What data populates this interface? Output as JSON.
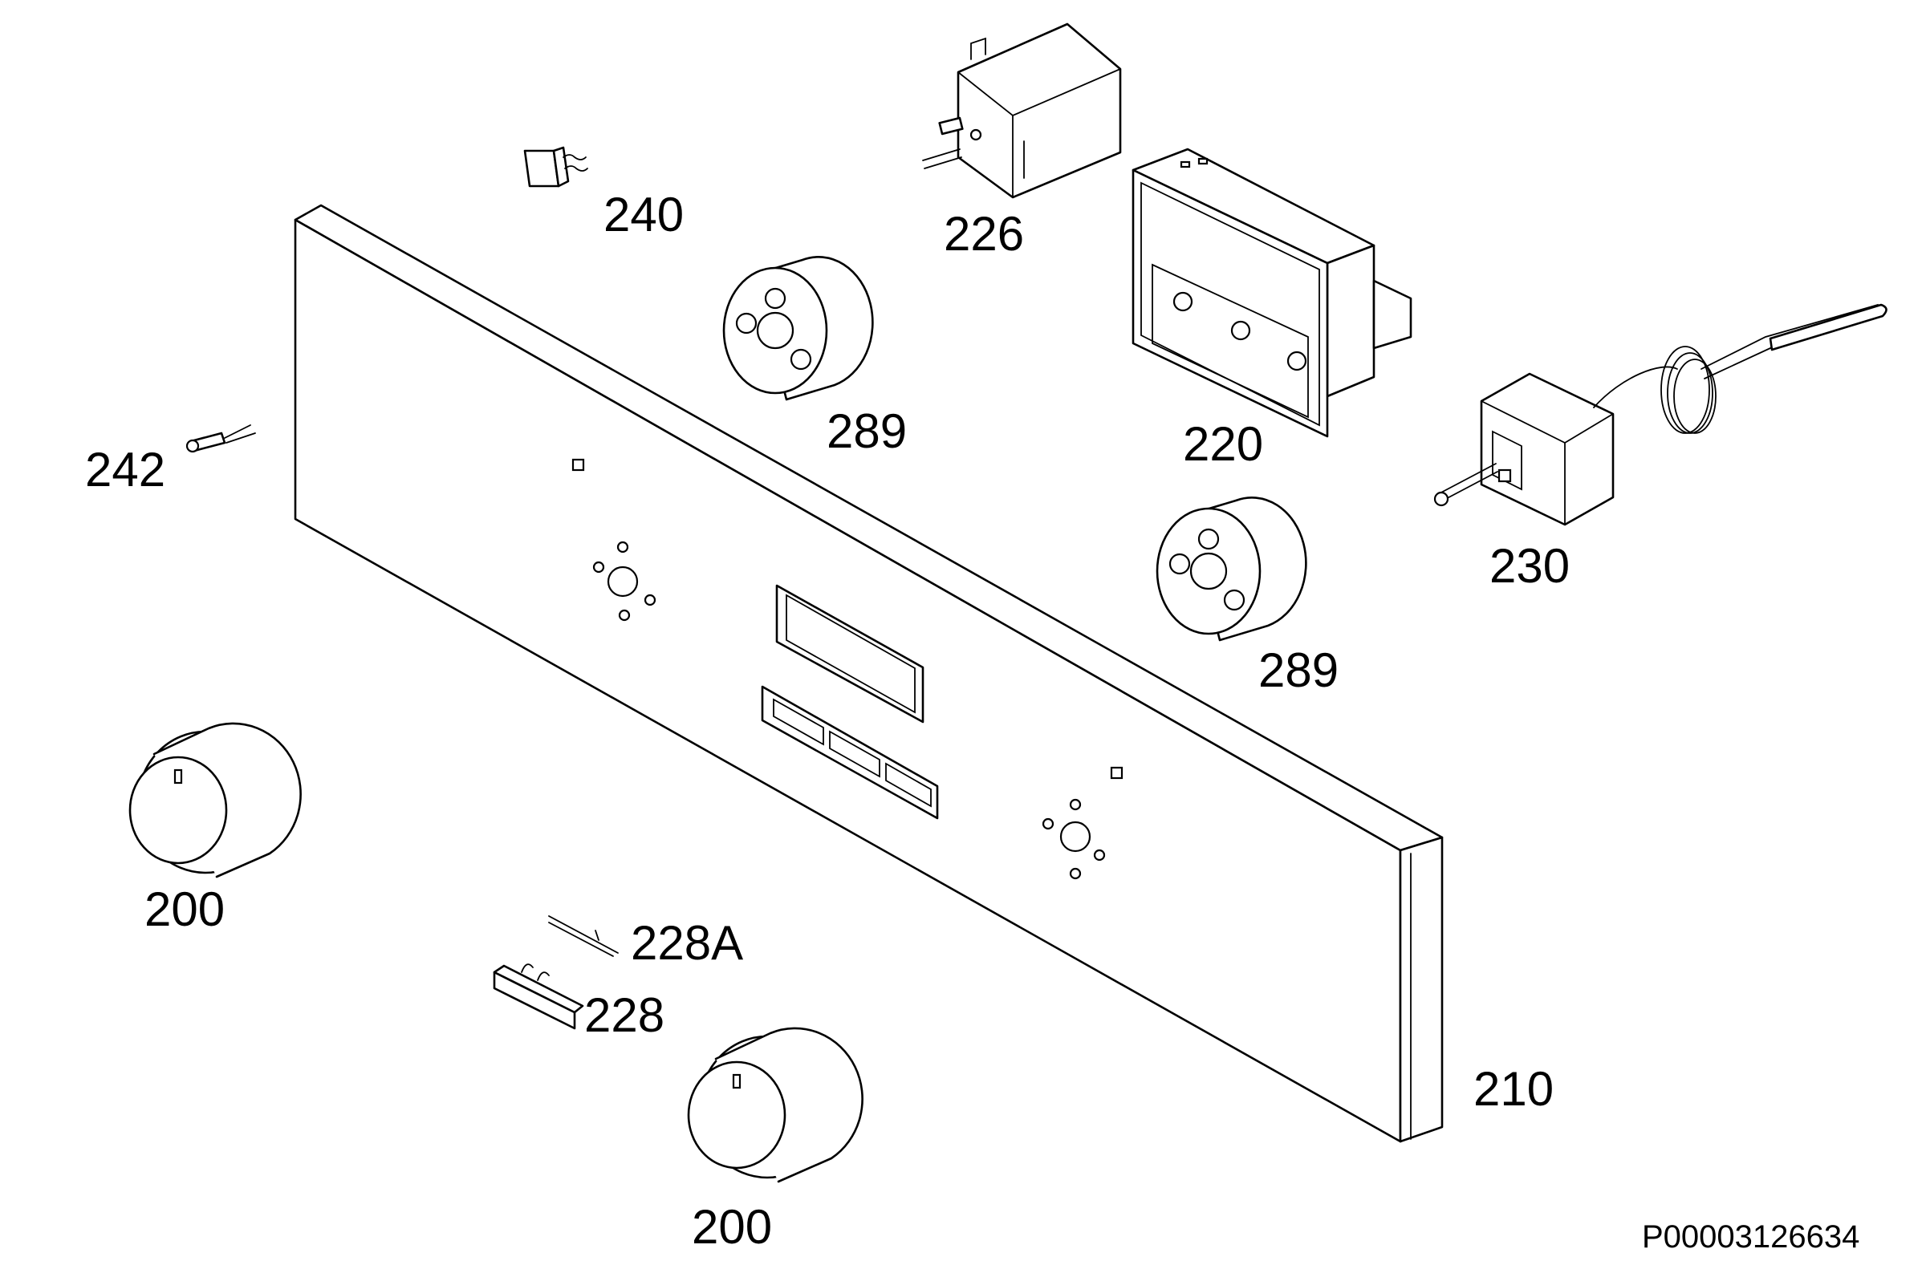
{
  "diagram": {
    "parts": [
      {
        "id": "p200a",
        "label": "200"
      },
      {
        "id": "p200b",
        "label": "200"
      },
      {
        "id": "p210",
        "label": "210"
      },
      {
        "id": "p220",
        "label": "220"
      },
      {
        "id": "p226",
        "label": "226"
      },
      {
        "id": "p228",
        "label": "228"
      },
      {
        "id": "p228a",
        "label": "228A"
      },
      {
        "id": "p230",
        "label": "230"
      },
      {
        "id": "p240",
        "label": "240"
      },
      {
        "id": "p242",
        "label": "242"
      },
      {
        "id": "p289a",
        "label": "289"
      },
      {
        "id": "p289b",
        "label": "289"
      }
    ],
    "reference_code": "P00003126634"
  }
}
